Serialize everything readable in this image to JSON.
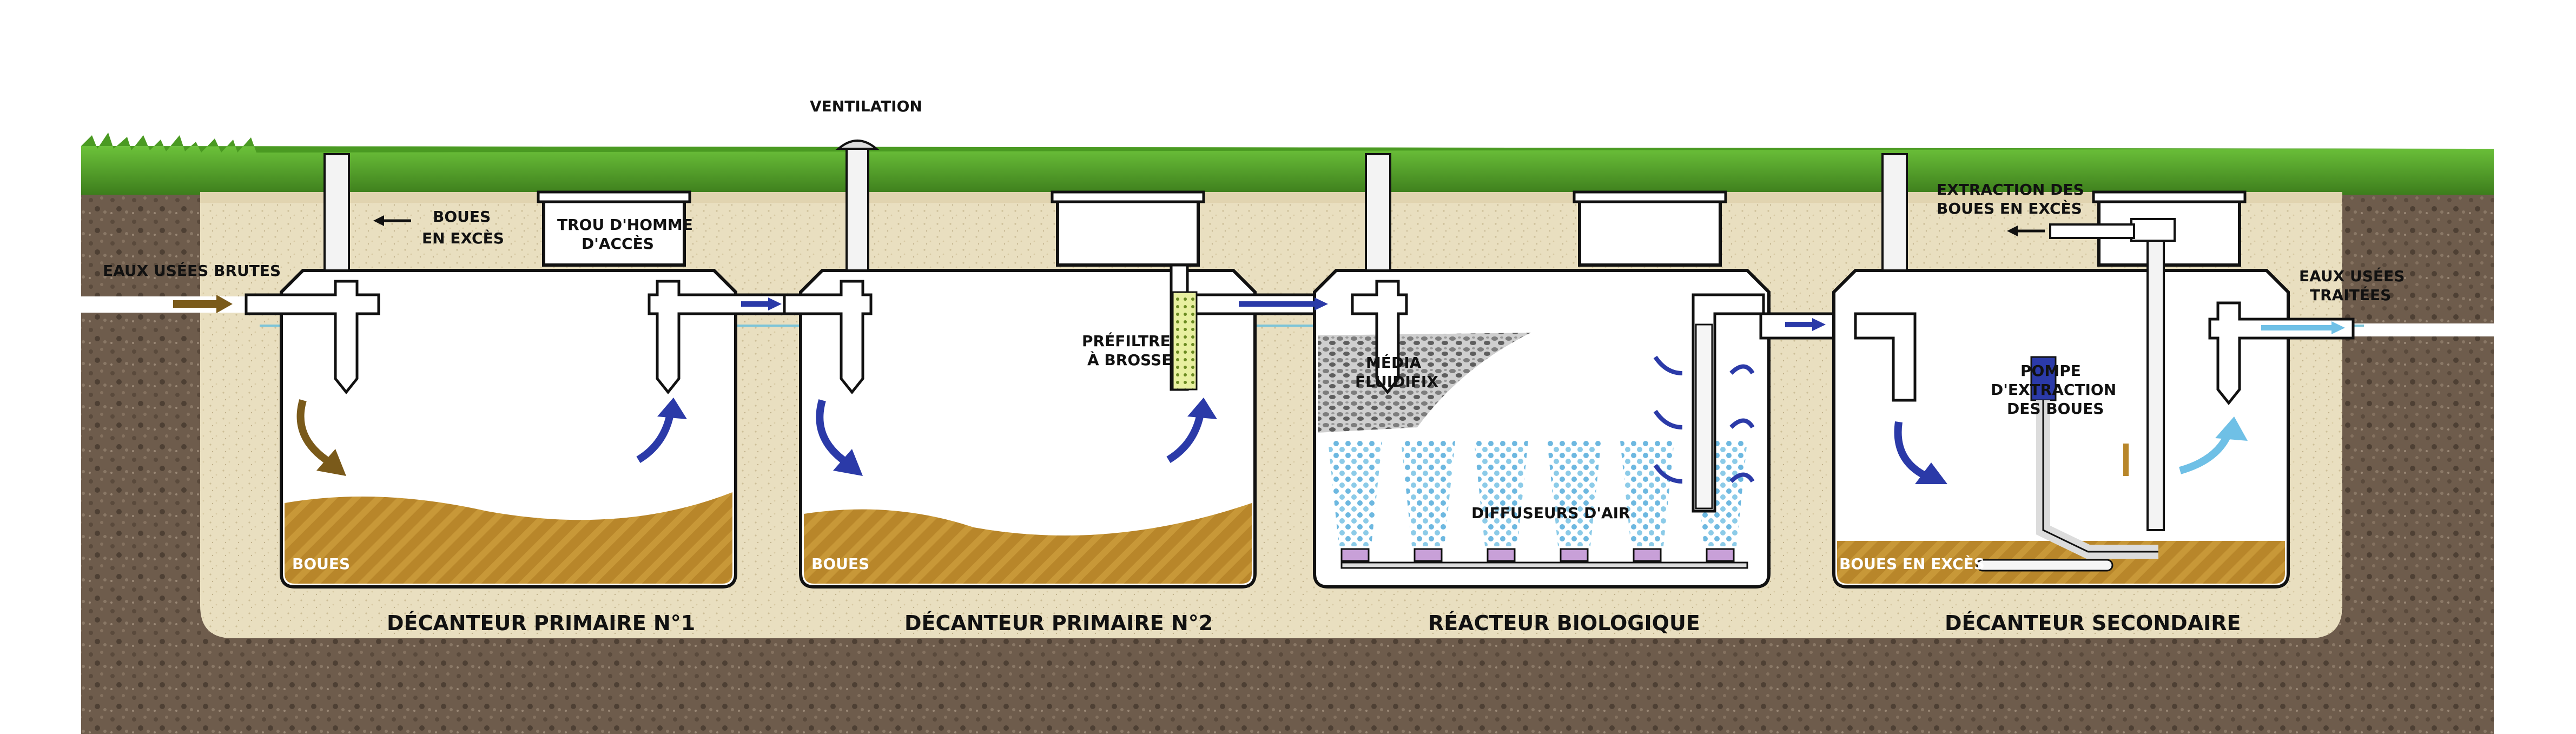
{
  "labels": {
    "ventilation": "VENTILATION",
    "boues_en_exces_1": "BOUES",
    "boues_en_exces_2": "EN EXCÈS",
    "trou_homme_1": "TROU D'HOMME",
    "trou_homme_2": "D'ACCÈS",
    "eaux_usees_brutes": "EAUX USÉES BRUTES",
    "prefiltre_1": "PRÉFILTRE",
    "prefiltre_2": "À BROSSE",
    "media_1": "MÉDIA",
    "media_2": "FLUIDIFIX",
    "diffuseurs": "DIFFUSEURS D'AIR",
    "extraction_1": "EXTRACTION DES",
    "extraction_2": "BOUES EN EXCÈS",
    "pompe_1": "POMPE",
    "pompe_2": "D'EXTRACTION",
    "pompe_3": "DES BOUES",
    "eaux_traitees_1": "EAUX USÉES",
    "eaux_traitees_2": "TRAITÉES",
    "boues_1": "BOUES",
    "boues_2": "BOUES",
    "boues_en_exces_tank": "BOUES EN EXCÈS"
  },
  "tanks": [
    {
      "name": "DÉCANTEUR PRIMAIRE N°1"
    },
    {
      "name": "DÉCANTEUR PRIMAIRE N°2"
    },
    {
      "name": "RÉACTEUR BIOLOGIQUE"
    },
    {
      "name": "DÉCANTEUR SECONDAIRE"
    }
  ],
  "colors": {
    "grass": "#5aa52c",
    "soil": "#6b5a4a",
    "sand": "#e8dcb8",
    "sludge": "#b8862a",
    "water_line": "#7cc4d8",
    "arrow_blue": "#2b3aa8",
    "arrow_brown": "#7a5a1a",
    "arrow_light": "#6fc0e6",
    "bubbles": "#6db8e0",
    "diffuser": "#c8a0d8"
  }
}
